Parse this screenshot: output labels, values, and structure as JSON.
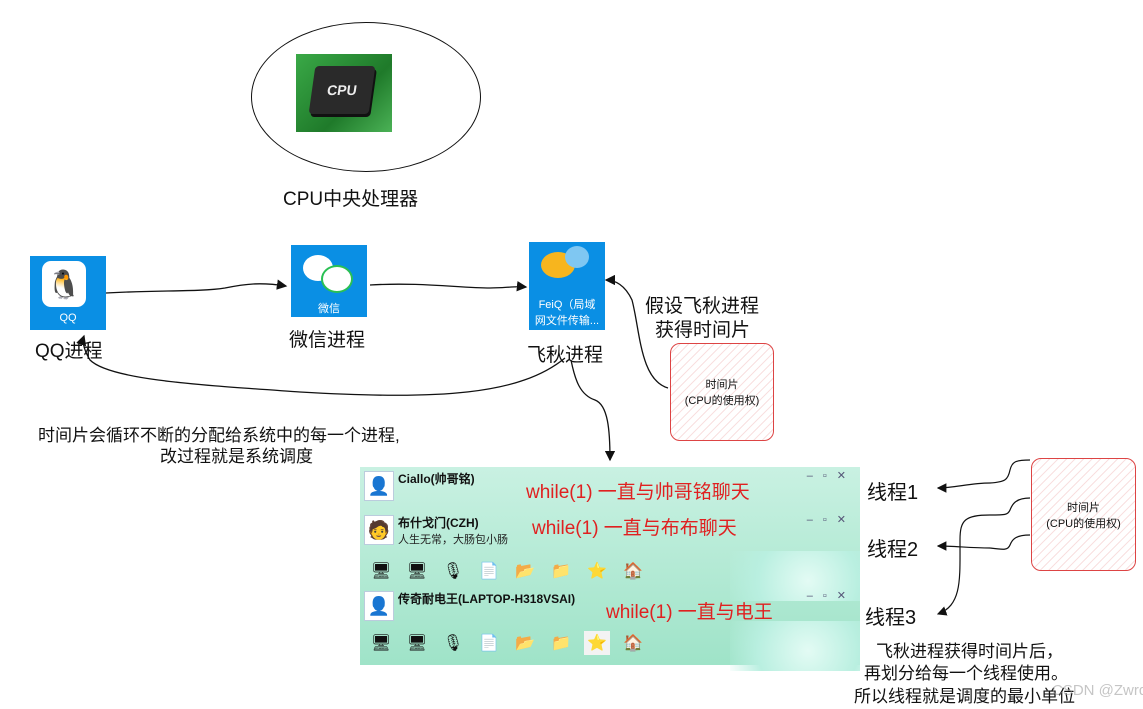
{
  "cpu": {
    "chip_text": "CPU",
    "label": "CPU中央处理器"
  },
  "processes": {
    "qq": {
      "icon_caption": "QQ",
      "label": "QQ进程",
      "icon": "qq-penguin-icon"
    },
    "wechat": {
      "icon_caption": "微信",
      "label": "微信进程",
      "icon": "wechat-icon"
    },
    "feiq": {
      "icon_caption_1": "FeiQ（局域",
      "icon_caption_2": "网文件传输...",
      "label": "飞秋进程",
      "icon": "feiq-icon"
    }
  },
  "assumption": {
    "line1": "假设飞秋进程",
    "line2": "获得时间片"
  },
  "timeslice_box_1": {
    "line1": "时间片",
    "line2": "(CPU的使用权)"
  },
  "timeslice_box_2": {
    "line1": "时间片",
    "line2": "(CPU的使用权)"
  },
  "cycle_note": {
    "line1": "时间片会循环不断的分配给系统中的每一个进程,",
    "line2": "改过程就是系统调度"
  },
  "chat_windows": [
    {
      "name": "Ciallo(帅哥铭)",
      "subtitle": "",
      "note": "while(1)  一直与帅哥铭聊天"
    },
    {
      "name": "布什戈门(CZH)",
      "subtitle": "人生无常，大肠包小肠",
      "note": "while(1)  一直与布布聊天"
    },
    {
      "name": "传奇耐电王(LAPTOP-H318VSAI)",
      "subtitle": "",
      "note": "while(1)  一直与电王"
    }
  ],
  "threads": [
    "线程1",
    "线程2",
    "线程3"
  ],
  "conclusion": {
    "line1": "飞秋进程获得时间片后，",
    "line2": "再划分给每一个线程使用。",
    "line3": "所以线程就是调度的最小单位"
  },
  "watermark": "CSDN @Zwrdb",
  "colors": {
    "red_text": "#e02020",
    "icon_blue": "#0a8fe4",
    "chat_green": "#a8e6cd",
    "sketch_red": "#d44444"
  }
}
